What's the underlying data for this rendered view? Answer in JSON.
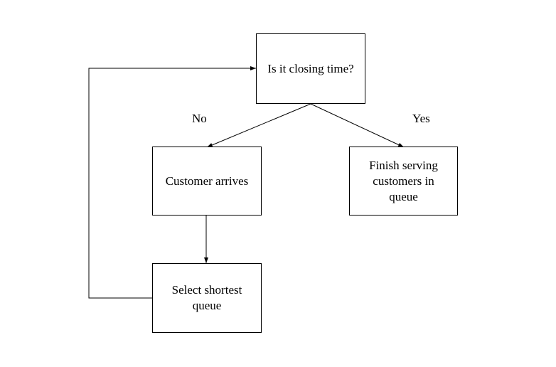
{
  "diagram": {
    "type": "flowchart",
    "nodes": {
      "closing_time": {
        "label": "Is it closing time?"
      },
      "customer_arrives": {
        "label": "Customer arrives"
      },
      "finish_serving": {
        "label": "Finish serving customers in queue"
      },
      "select_queue": {
        "label": "Select shortest queue"
      }
    },
    "edge_labels": {
      "no": "No",
      "yes": "Yes"
    },
    "edges": [
      {
        "from": "closing_time",
        "to": "customer_arrives",
        "label": "No"
      },
      {
        "from": "closing_time",
        "to": "finish_serving",
        "label": "Yes"
      },
      {
        "from": "customer_arrives",
        "to": "select_queue",
        "label": ""
      },
      {
        "from": "select_queue",
        "to": "closing_time",
        "label": ""
      }
    ],
    "colors": {
      "stroke": "#000000",
      "background": "#ffffff",
      "text": "#000000"
    }
  }
}
